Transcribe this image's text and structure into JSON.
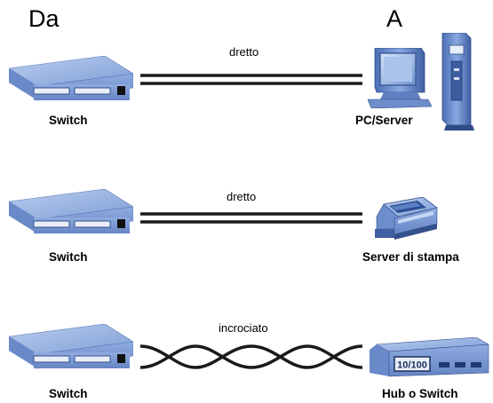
{
  "headers": {
    "from": "Da",
    "to": "A"
  },
  "rows": [
    {
      "cable_label": "dretto",
      "cable_type": "straight",
      "from_label": "Switch",
      "to_label": "PC/Server"
    },
    {
      "cable_label": "dretto",
      "cable_type": "straight",
      "from_label": "Switch",
      "to_label": "Server di stampa"
    },
    {
      "cable_label": "incrociato",
      "cable_type": "crossover",
      "from_label": "Switch",
      "to_label": "Hub o Switch"
    }
  ],
  "hub_port_text": "10/100",
  "colors": {
    "device_blue": "#7fa0d8",
    "device_dark": "#3b5b9e",
    "cable": "#1a1a1a"
  }
}
